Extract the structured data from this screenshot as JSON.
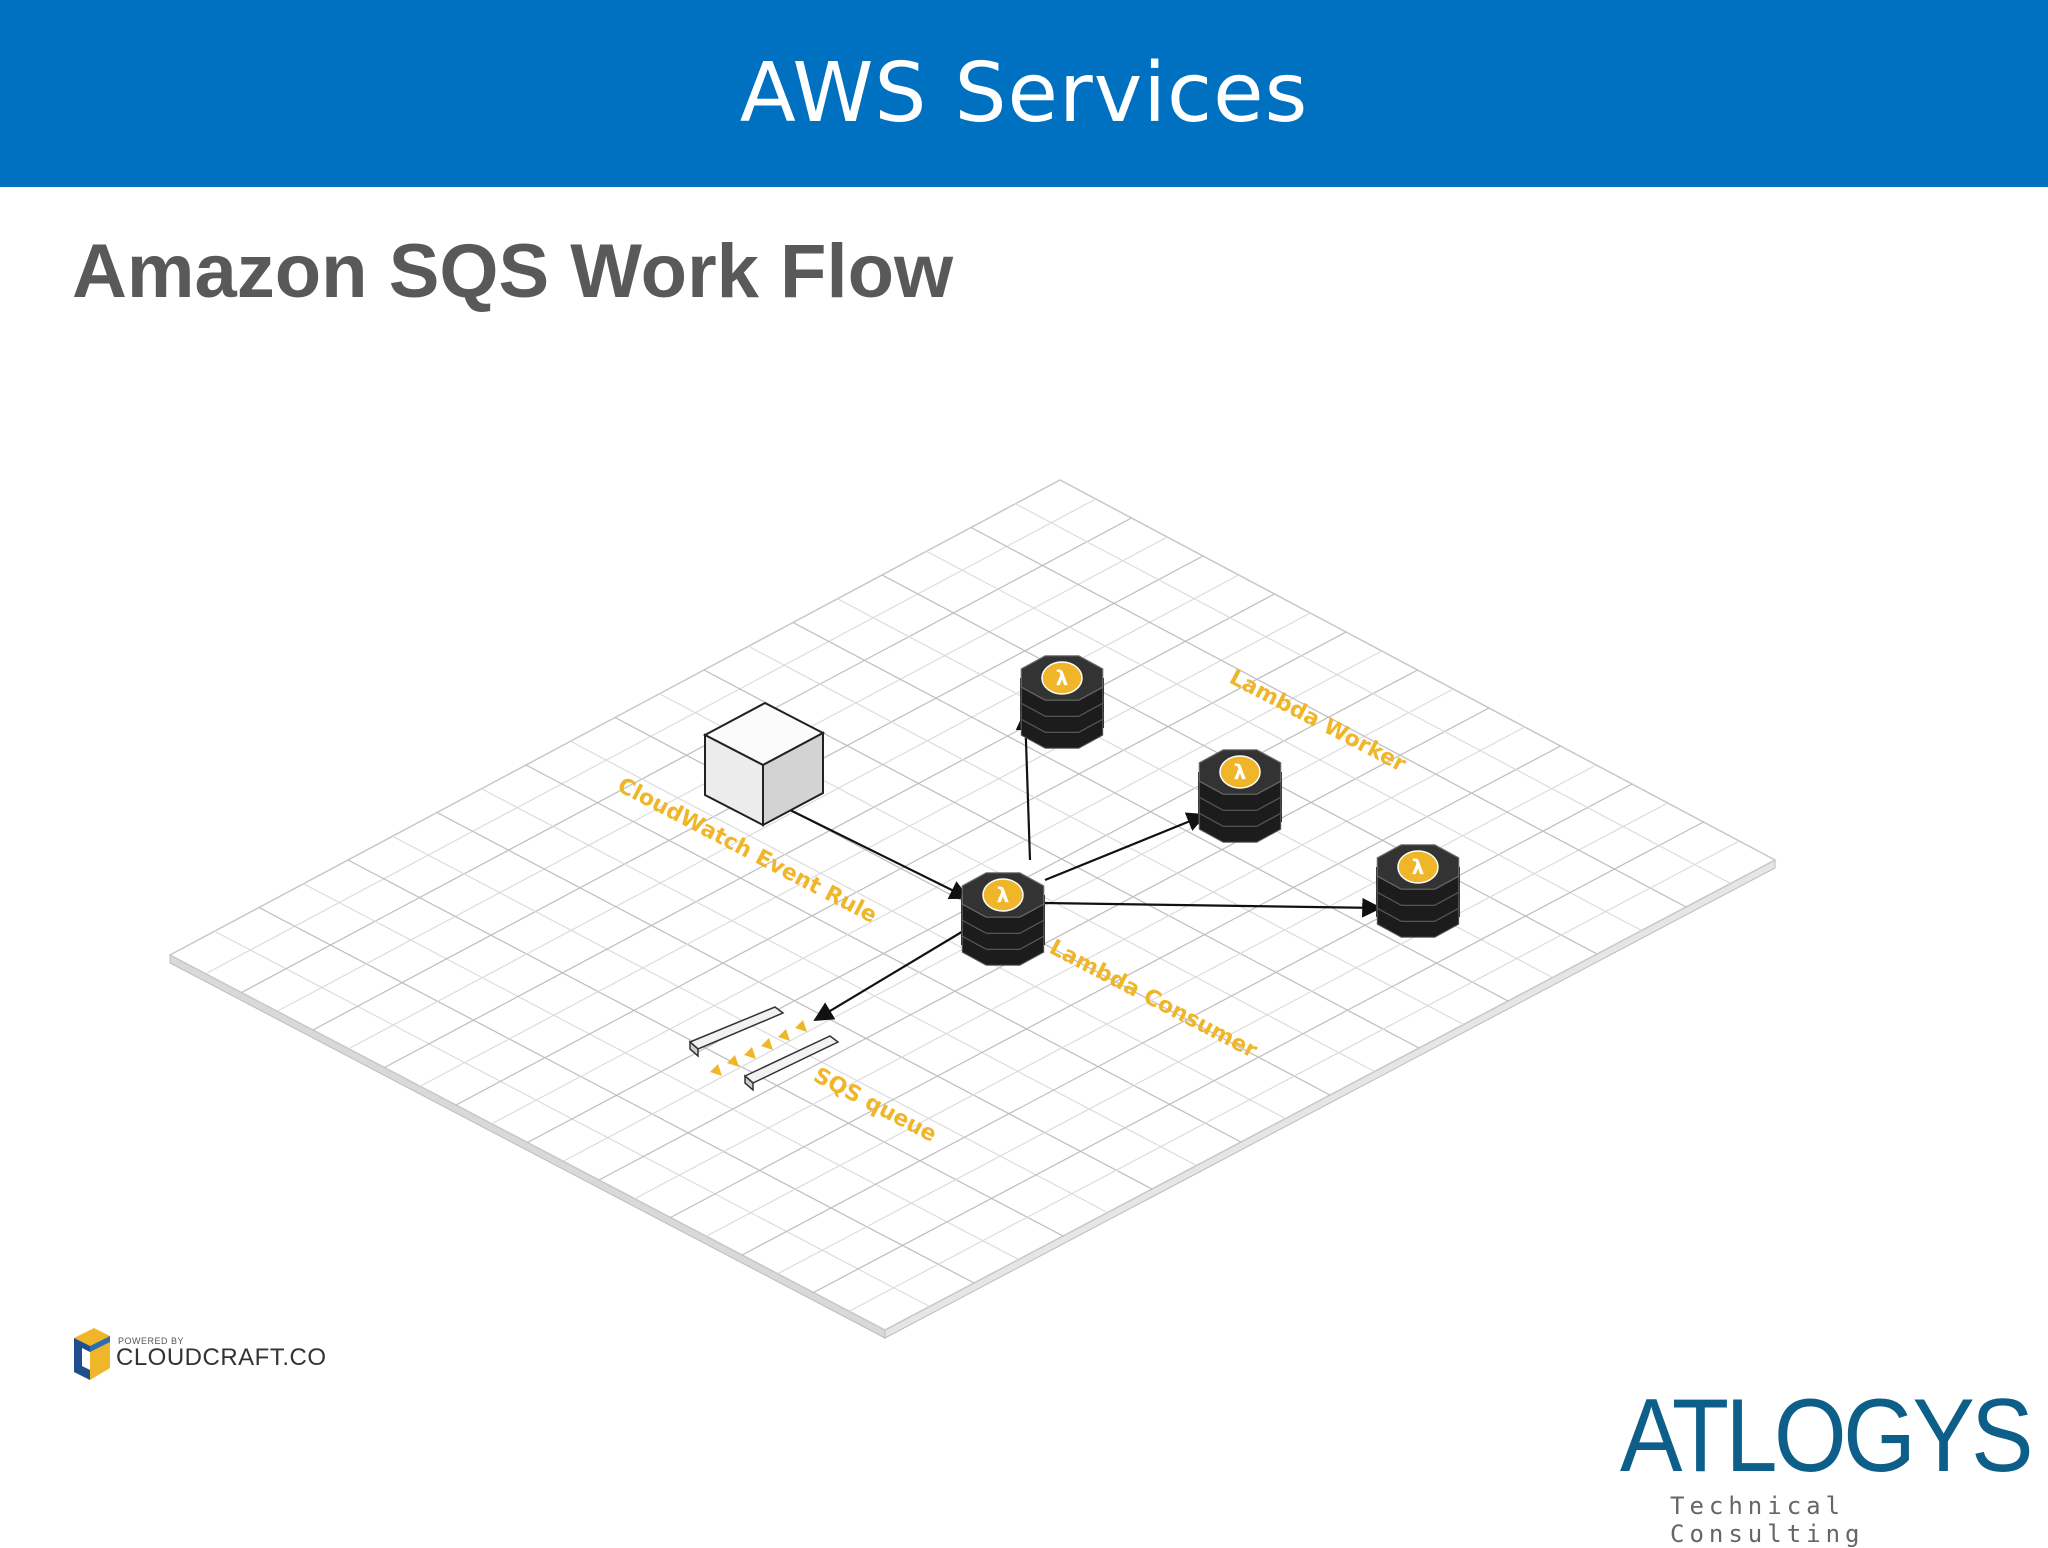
{
  "header": {
    "title": "AWS Services"
  },
  "slide": {
    "subtitle": "Amazon SQS Work Flow"
  },
  "diagram": {
    "nodes": [
      {
        "id": "cloudwatch",
        "label": "CloudWatch Event Rule",
        "type": "cube"
      },
      {
        "id": "consumer",
        "label": "Lambda Consumer",
        "type": "lambda"
      },
      {
        "id": "workers",
        "label": "Lambda Worker",
        "type": "lambda",
        "count": 3
      },
      {
        "id": "sqs",
        "label": "SQS queue",
        "type": "queue"
      }
    ],
    "edges": [
      {
        "from": "cloudwatch",
        "to": "consumer"
      },
      {
        "from": "consumer",
        "to": "worker-1"
      },
      {
        "from": "consumer",
        "to": "worker-2"
      },
      {
        "from": "consumer",
        "to": "worker-3"
      },
      {
        "from": "consumer",
        "to": "sqs"
      }
    ],
    "colors": {
      "label": "#f0b62a",
      "lambda_badge": "#f0b62a",
      "lambda_body": "#2b2b2b",
      "grid": "#c8c8c8"
    },
    "lambda_symbol": "λ"
  },
  "footer": {
    "cloudcraft_small": "POWERED BY",
    "cloudcraft_name": "CLOUDCRAFT.CO",
    "company_name": "ATLOGYS",
    "company_tagline": "Technical Consulting"
  }
}
